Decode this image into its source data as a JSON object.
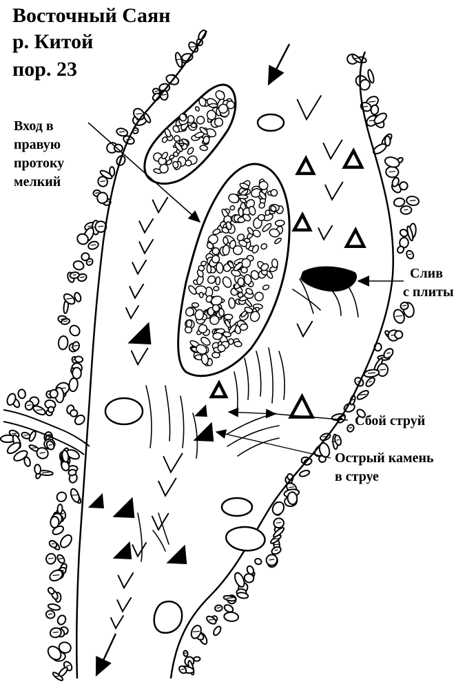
{
  "title": {
    "region": "Восточный Саян",
    "river": "р. Китой",
    "rapid": "пор. 23"
  },
  "annotations": {
    "entrance": [
      "Вход в",
      "правую",
      "протоку",
      "мелкий"
    ],
    "slide": [
      "Слив",
      "с плиты"
    ],
    "jet_collision": "Сбой струй",
    "sharp_rock": [
      "Острый камень",
      "в струе"
    ]
  },
  "symbols": {
    "filled_triangle": "submerged-rock-icon",
    "open_triangle": "surface-rock-icon",
    "check_mark": "wave-icon",
    "arrow": "flow-direction-arrow"
  },
  "colors": {
    "ink": "#000000",
    "paper": "#ffffff"
  }
}
